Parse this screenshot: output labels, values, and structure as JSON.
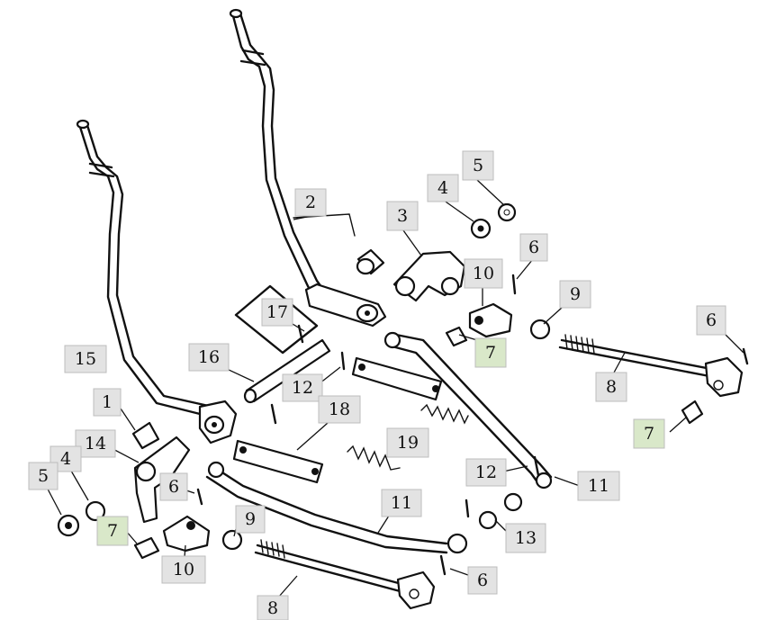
{
  "diagram": {
    "label_fill": "#e3e3e3",
    "highlight_fill": "#d9e8c9",
    "callouts": [
      {
        "id": "c-17",
        "text": "17",
        "highlight": false
      },
      {
        "id": "c-2",
        "text": "2",
        "highlight": false
      },
      {
        "id": "c-3",
        "text": "3",
        "highlight": false
      },
      {
        "id": "c-4a",
        "text": "4",
        "highlight": false
      },
      {
        "id": "c-5a",
        "text": "5",
        "highlight": false
      },
      {
        "id": "c-6a",
        "text": "6",
        "highlight": false
      },
      {
        "id": "c-10a",
        "text": "10",
        "highlight": false
      },
      {
        "id": "c-9a",
        "text": "9",
        "highlight": false
      },
      {
        "id": "c-7a",
        "text": "7",
        "highlight": true
      },
      {
        "id": "c-6b",
        "text": "6",
        "highlight": false
      },
      {
        "id": "c-8a",
        "text": "8",
        "highlight": false
      },
      {
        "id": "c-7b",
        "text": "7",
        "highlight": true
      },
      {
        "id": "c-15",
        "text": "15",
        "highlight": false
      },
      {
        "id": "c-16",
        "text": "16",
        "highlight": false
      },
      {
        "id": "c-12a",
        "text": "12",
        "highlight": false
      },
      {
        "id": "c-1",
        "text": "1",
        "highlight": false
      },
      {
        "id": "c-18",
        "text": "18",
        "highlight": false
      },
      {
        "id": "c-19",
        "text": "19",
        "highlight": false
      },
      {
        "id": "c-14",
        "text": "14",
        "highlight": false
      },
      {
        "id": "c-4b",
        "text": "4",
        "highlight": false
      },
      {
        "id": "c-5b",
        "text": "5",
        "highlight": false
      },
      {
        "id": "c-6c",
        "text": "6",
        "highlight": false
      },
      {
        "id": "c-12b",
        "text": "12",
        "highlight": false
      },
      {
        "id": "c-11a",
        "text": "11",
        "highlight": false
      },
      {
        "id": "c-11b",
        "text": "11",
        "highlight": false
      },
      {
        "id": "c-7c",
        "text": "7",
        "highlight": true
      },
      {
        "id": "c-9b",
        "text": "9",
        "highlight": false
      },
      {
        "id": "c-13",
        "text": "13",
        "highlight": false
      },
      {
        "id": "c-10b",
        "text": "10",
        "highlight": false
      },
      {
        "id": "c-6d",
        "text": "6",
        "highlight": false
      },
      {
        "id": "c-8b",
        "text": "8",
        "highlight": false
      }
    ]
  }
}
